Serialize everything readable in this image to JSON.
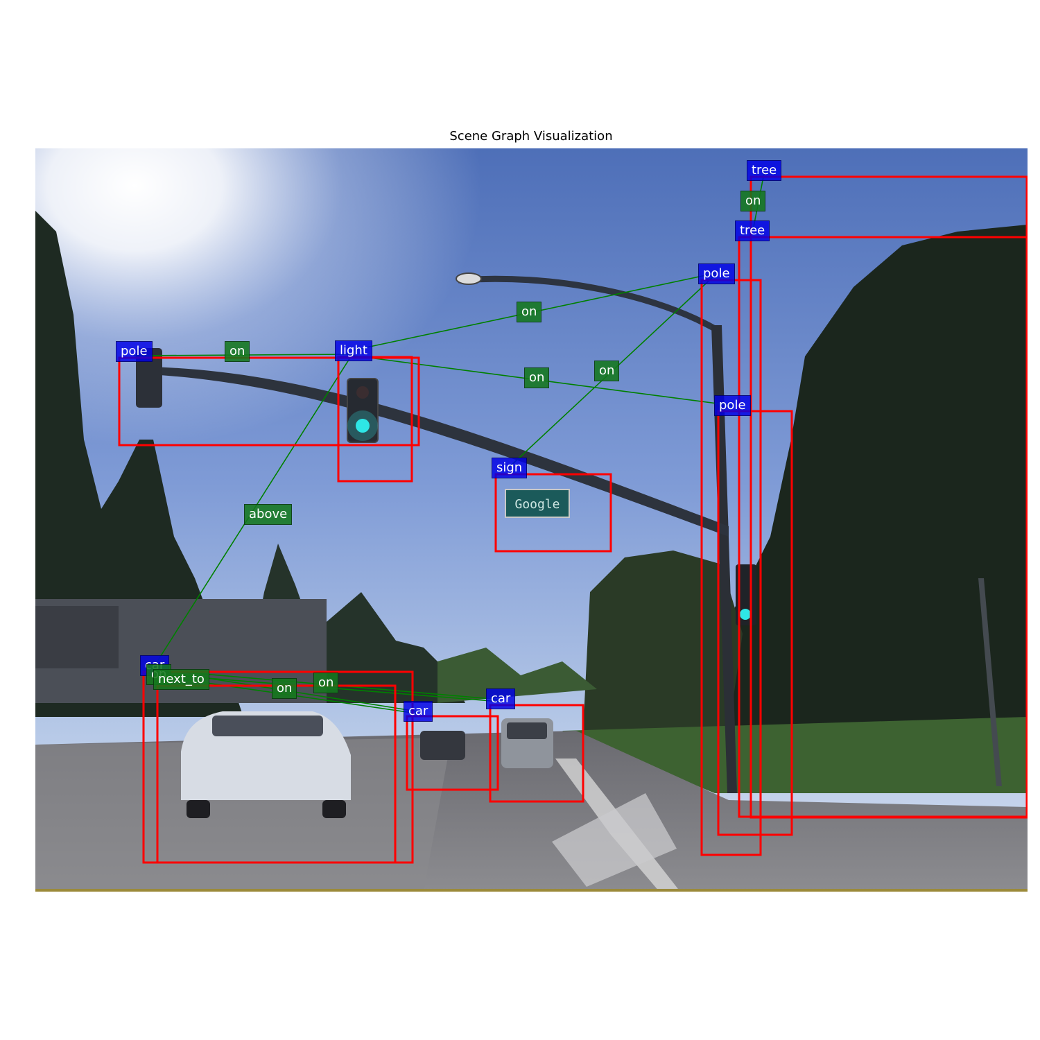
{
  "figure": {
    "title": "Scene Graph Visualization"
  },
  "colors": {
    "box": "#ff0000",
    "edge": "#008000",
    "object_tag": "#0000e6",
    "relation_tag": "#147a1e"
  },
  "photo": {
    "sign_text": "Google",
    "objects": [
      {
        "id": "tree1",
        "label": "tree"
      },
      {
        "id": "tree2",
        "label": "tree"
      },
      {
        "id": "pole1",
        "label": "pole"
      },
      {
        "id": "pole2",
        "label": "pole"
      },
      {
        "id": "pole3",
        "label": "pole"
      },
      {
        "id": "light",
        "label": "light"
      },
      {
        "id": "sign",
        "label": "sign"
      },
      {
        "id": "car1",
        "label": "car"
      },
      {
        "id": "car2",
        "label": "car"
      },
      {
        "id": "car3",
        "label": "car"
      }
    ],
    "relations": [
      {
        "id": "r1",
        "label": "on",
        "subject": "tree1",
        "object": "tree2"
      },
      {
        "id": "r2",
        "label": "on",
        "subject": "light",
        "object": "pole3"
      },
      {
        "id": "r3",
        "label": "on",
        "subject": "pole1",
        "object": "light"
      },
      {
        "id": "r4",
        "label": "on",
        "subject": "light",
        "object": "pole1"
      },
      {
        "id": "r5",
        "label": "on",
        "subject": "sign",
        "object": "pole1"
      },
      {
        "id": "r6",
        "label": "above",
        "subject": "light",
        "object": "car1"
      },
      {
        "id": "r7",
        "label": "on",
        "subject": "car1",
        "object": "car2"
      },
      {
        "id": "r8",
        "label": "next_to",
        "subject": "car1",
        "object": "car3"
      },
      {
        "id": "r9",
        "label": "on",
        "subject": "car1",
        "object": "car2"
      },
      {
        "id": "r10",
        "label": "on",
        "subject": "car1",
        "object": "car3"
      }
    ]
  }
}
